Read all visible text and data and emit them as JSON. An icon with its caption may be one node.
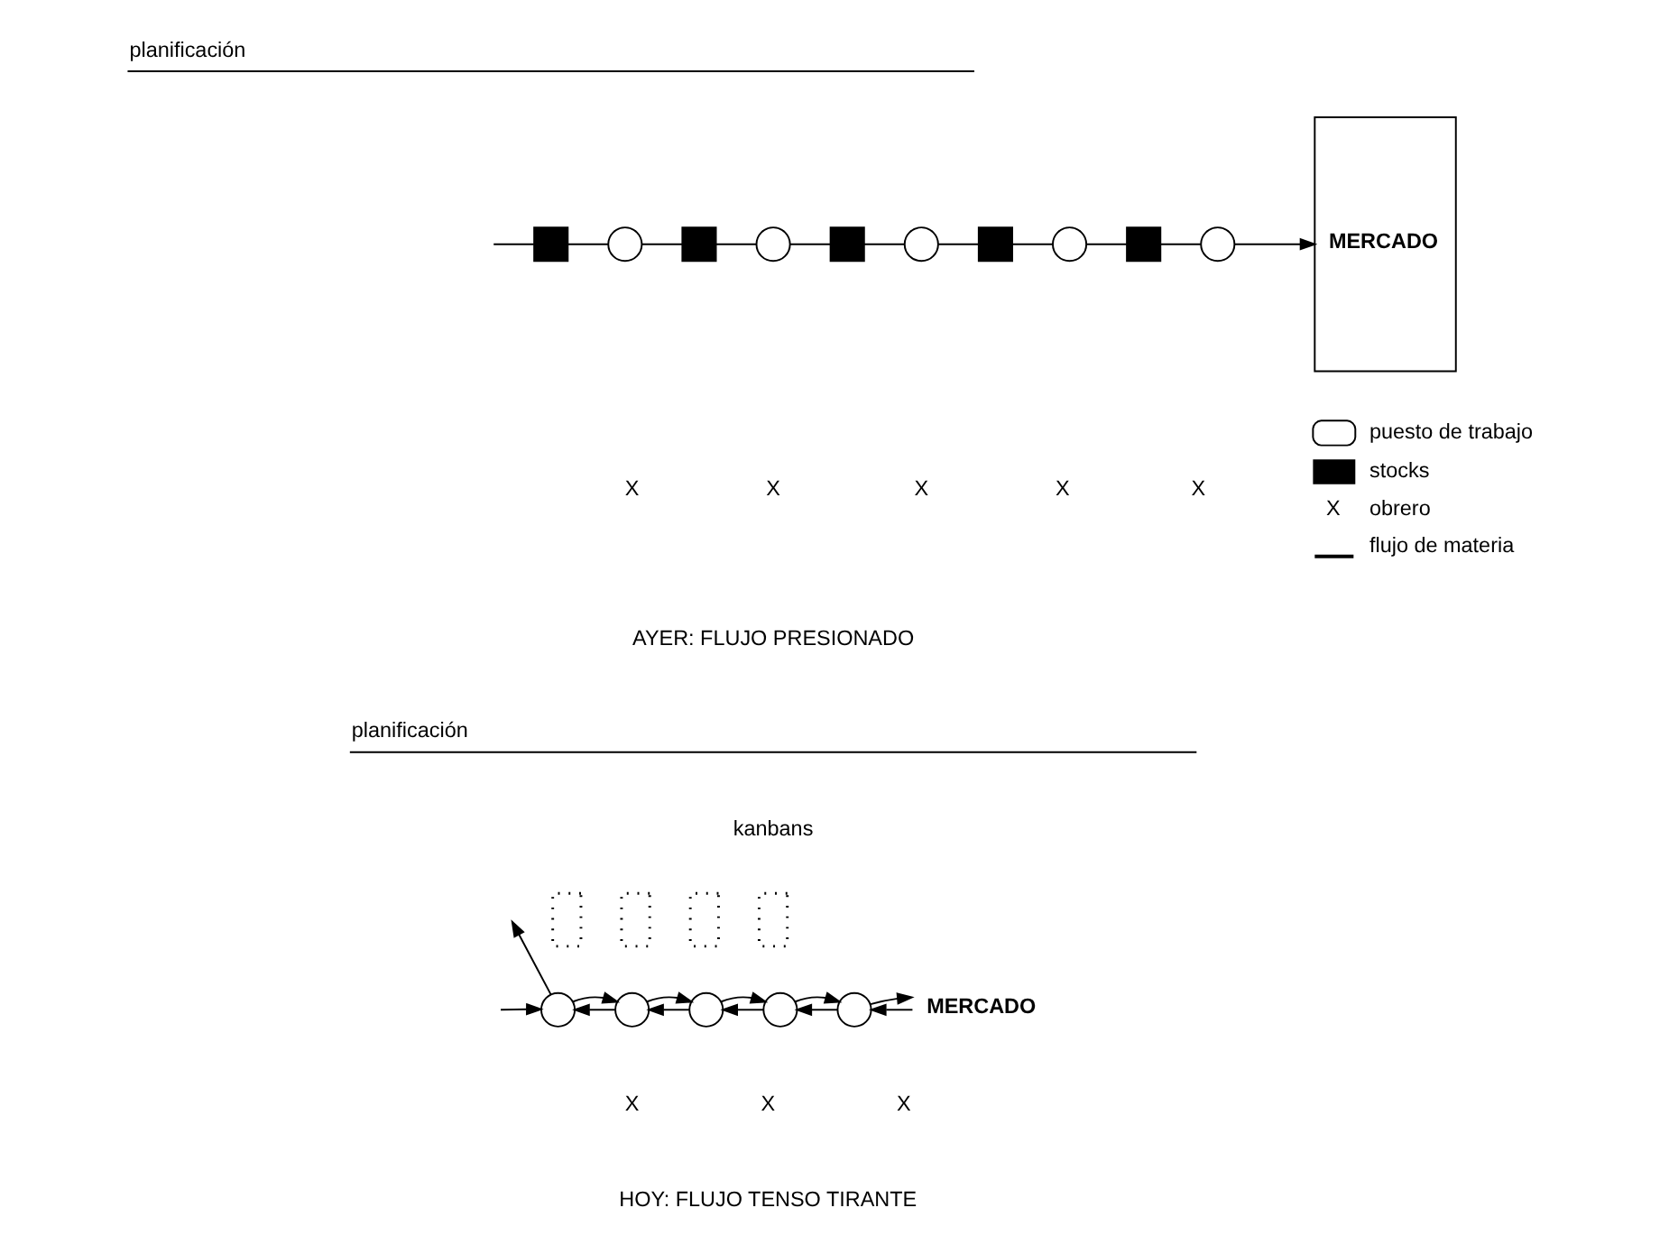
{
  "diagram": {
    "nodes": [
      {
        "text": [
          "MERCADO"
        ]
      },
      {
        "text": [],
        "shape": "box"
      },
      {
        "text": [],
        "shape": "circle"
      },
      {
        "text": [],
        "shape": "box"
      },
      {
        "text": [],
        "shape": "circle"
      },
      {
        "text": [],
        "shape": "box"
      },
      {
        "text": [],
        "shape": "circle"
      },
      {
        "text": [],
        "shape": "box"
      },
      {
        "text": [],
        "shape": "circle"
      },
      {
        "text": [],
        "shape": "box"
      },
      {
        "text": [],
        "shape": "circle"
      },
      {
        "text": [
          "MERCADO"
        ]
      },
      {
        "text": [],
        "shape": "circle"
      },
      {
        "text": [],
        "shape": "circle"
      },
      {
        "text": [],
        "shape": "circle"
      },
      {
        "text": [],
        "shape": "circle"
      },
      {
        "text": [],
        "shape": "circle"
      },
      {
        "text": [],
        "shape": "card"
      },
      {
        "text": [],
        "shape": "card"
      },
      {
        "text": [],
        "shape": "card"
      },
      {
        "text": [],
        "shape": "card"
      }
    ],
    "edges": [
      {
        "from": null,
        "to": 1,
        "arrow": "none"
      },
      {
        "from": 1,
        "to": 2,
        "arrow": "none"
      },
      {
        "from": 2,
        "to": 3,
        "arrow": "none"
      },
      {
        "from": 3,
        "to": 4,
        "arrow": "none"
      },
      {
        "from": 4,
        "to": 5,
        "arrow": "none"
      },
      {
        "from": 5,
        "to": 6,
        "arrow": "none"
      },
      {
        "from": 6,
        "to": 7,
        "arrow": "none"
      },
      {
        "from": 7,
        "to": 8,
        "arrow": "none"
      },
      {
        "from": 8,
        "to": 9,
        "arrow": "none"
      },
      {
        "from": 9,
        "to": 10,
        "arrow": "none"
      },
      {
        "from": 10,
        "to": 0,
        "arrow": "to"
      },
      {
        "from": 12,
        "to": null,
        "arrow": "to"
      },
      {
        "from": 13,
        "to": 12,
        "arrow": "to"
      },
      {
        "from": 14,
        "to": 13,
        "arrow": "to"
      },
      {
        "from": 15,
        "to": 14,
        "arrow": "to"
      },
      {
        "from": 16,
        "to": 15,
        "arrow": "to"
      },
      {
        "from": 11,
        "to": 16,
        "arrow": "to"
      },
      {
        "from": null,
        "to": 12,
        "arrow": "to"
      },
      {
        "from": 12,
        "to": 13,
        "arrow": "to"
      },
      {
        "from": 13,
        "to": 14,
        "arrow": "to"
      },
      {
        "from": 14,
        "to": 15,
        "arrow": "to"
      },
      {
        "from": 15,
        "to": 16,
        "arrow": "to"
      },
      {
        "from": 16,
        "to": 11,
        "arrow": "to"
      }
    ],
    "labels": [
      "planificación",
      "X",
      "X",
      "X",
      "X",
      "X",
      "AYER: FLUJO PRESIONADO",
      "X",
      "planificación",
      "kanbans",
      "X",
      "X",
      "X",
      "HOY: FLUJO TENSO TIRANTE"
    ],
    "legend": [
      {
        "text": "puesto de trabajo"
      },
      {
        "text": "stocks"
      },
      {
        "text": "obrero"
      },
      {
        "text": "flujo de materia"
      }
    ]
  }
}
